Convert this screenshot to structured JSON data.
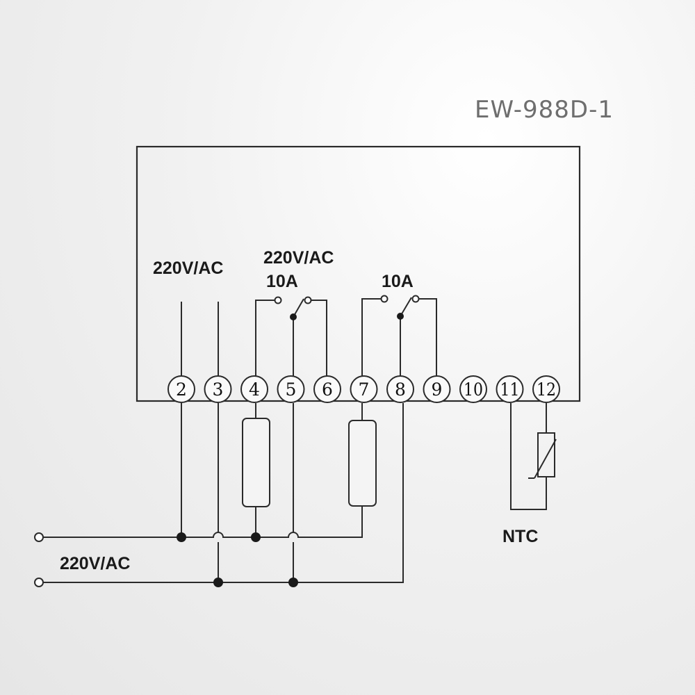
{
  "model": "EW-988D-1",
  "terminals": [
    "2",
    "3",
    "4",
    "5",
    "6",
    "7",
    "8",
    "9",
    "10",
    "11",
    "12"
  ],
  "labels": {
    "power_input": "220V/AC",
    "relay1_voltage": "220V/AC",
    "relay1_current": "10A",
    "relay2_current": "10A",
    "mains": "220V/AC",
    "sensor": "NTC"
  }
}
